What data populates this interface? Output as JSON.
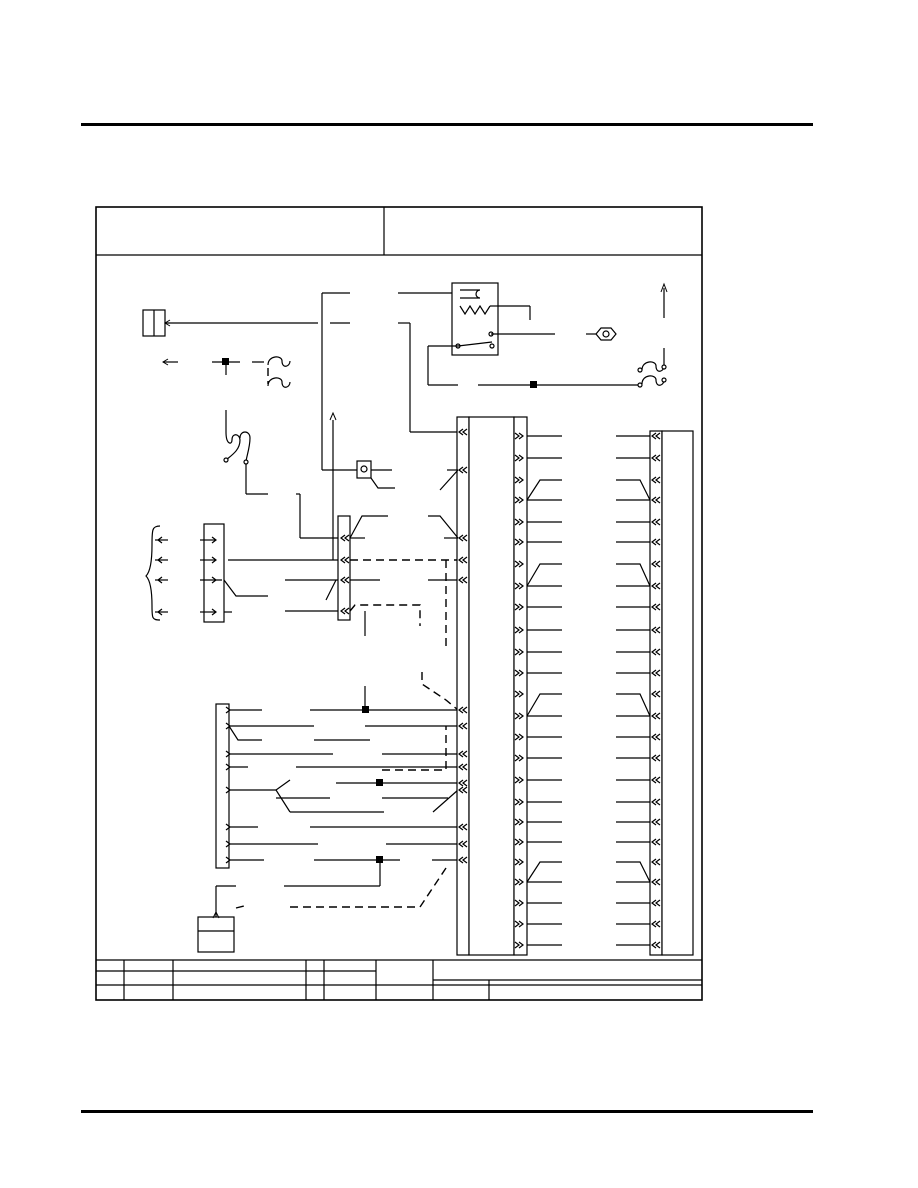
{
  "page": {
    "rules": [
      "top-rule",
      "bottom-rule"
    ]
  },
  "drawing": {
    "frame": "schematic-frame",
    "title_block_cells": 2,
    "revision_block_rows": 2
  },
  "components": {
    "connector_blocks": [
      "left-harness-connector",
      "upper-harness-connector",
      "lower-harness-connector",
      "main-module-connector-left",
      "main-module-connector-right",
      "end-terminal-strip"
    ],
    "devices": [
      "switch-box",
      "lamp-socket",
      "grounding-nut",
      "battery-unit",
      "relay-switch"
    ]
  }
}
